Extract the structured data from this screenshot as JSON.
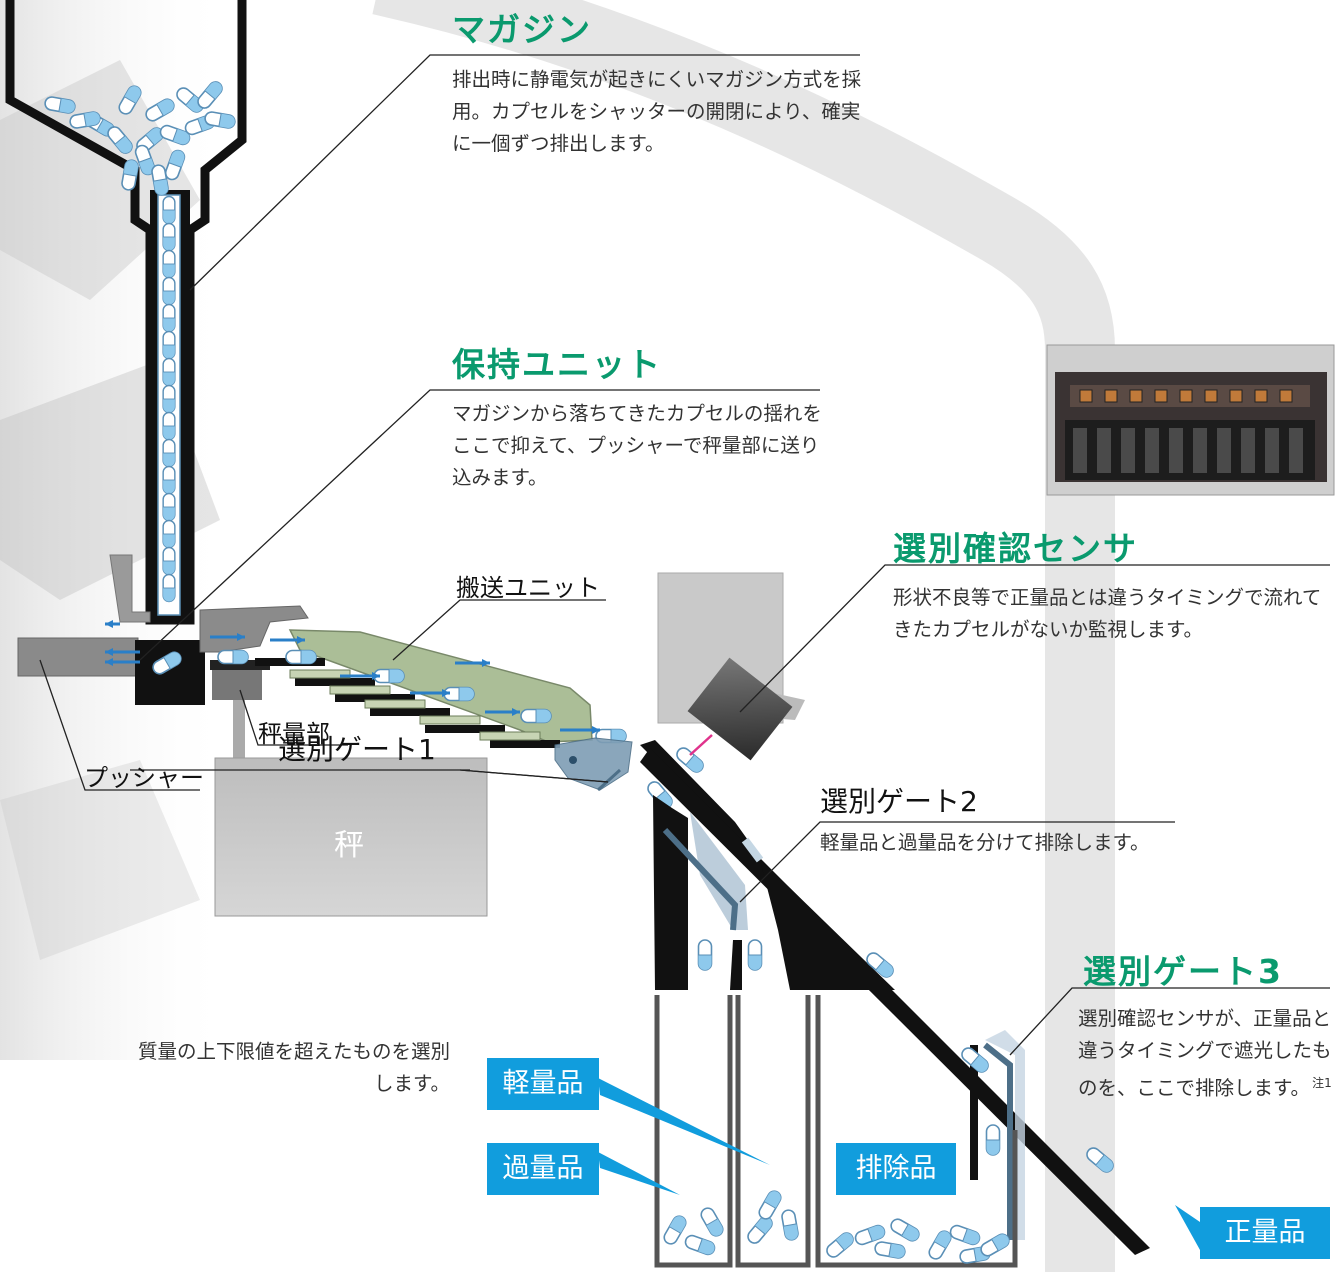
{
  "sections": {
    "magazine": {
      "title": "マガジン",
      "desc": "排出時に静電気が起きにくいマガジン方式を採用。カプセルをシャッターの開閉により、確実に一個ずつ排出します。"
    },
    "holding_unit": {
      "title": "保持ユニット",
      "desc": "マガジンから落ちてきたカプセルの揺れをここで抑えて、プッシャーで秤量部に送り込みます。"
    },
    "sensor": {
      "title": "選別確認センサ",
      "desc": "形状不良等で正量品とは違うタイミングで流れてきたカプセルがないか監視します。"
    },
    "gate2": {
      "title": "選別ゲート2",
      "desc": "軽量品と過量品を分けて排除します。"
    },
    "gate3": {
      "title": "選別ゲート3",
      "desc": "選別確認センサが、正量品と違うタイミングで遮光したものを、ここで排除します。",
      "note": "注1"
    },
    "gate1": {
      "title": "選別ゲート1",
      "desc": "質量の上下限値を超えたものを選別します。"
    }
  },
  "labels": {
    "conveyor": "搬送ユニット",
    "weighing_part": "秤量部",
    "pusher": "プッシャー",
    "scale": "秤"
  },
  "bins": {
    "light": "軽量品",
    "over": "過量品",
    "reject": "排除品",
    "good": "正量品"
  },
  "colors": {
    "title_green": "#0a9a6e",
    "tag_blue": "#119ddd",
    "capsule_blue": "#8ec9ec",
    "conveyor_green": "#a3b88c"
  }
}
